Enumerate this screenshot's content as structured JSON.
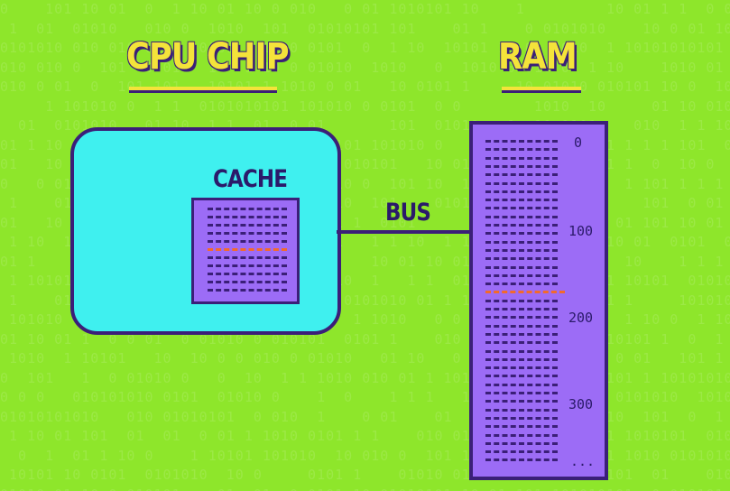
{
  "diagram": {
    "cpu_title": "CPU CHIP",
    "ram_title": "RAM",
    "cache_label": "CACHE",
    "bus_label": "BUS",
    "ram_addresses": [
      "0",
      "100",
      "200",
      "300",
      "..."
    ],
    "cache_highlight_row": 5,
    "ram_highlight_row": 18,
    "colors": {
      "background": "#8ee62b",
      "cpu": "#3ff0ef",
      "memory": "#9c6cf6",
      "outline": "#3b1f78",
      "title": "#f4e33a",
      "highlight": "#f26a2c"
    }
  }
}
